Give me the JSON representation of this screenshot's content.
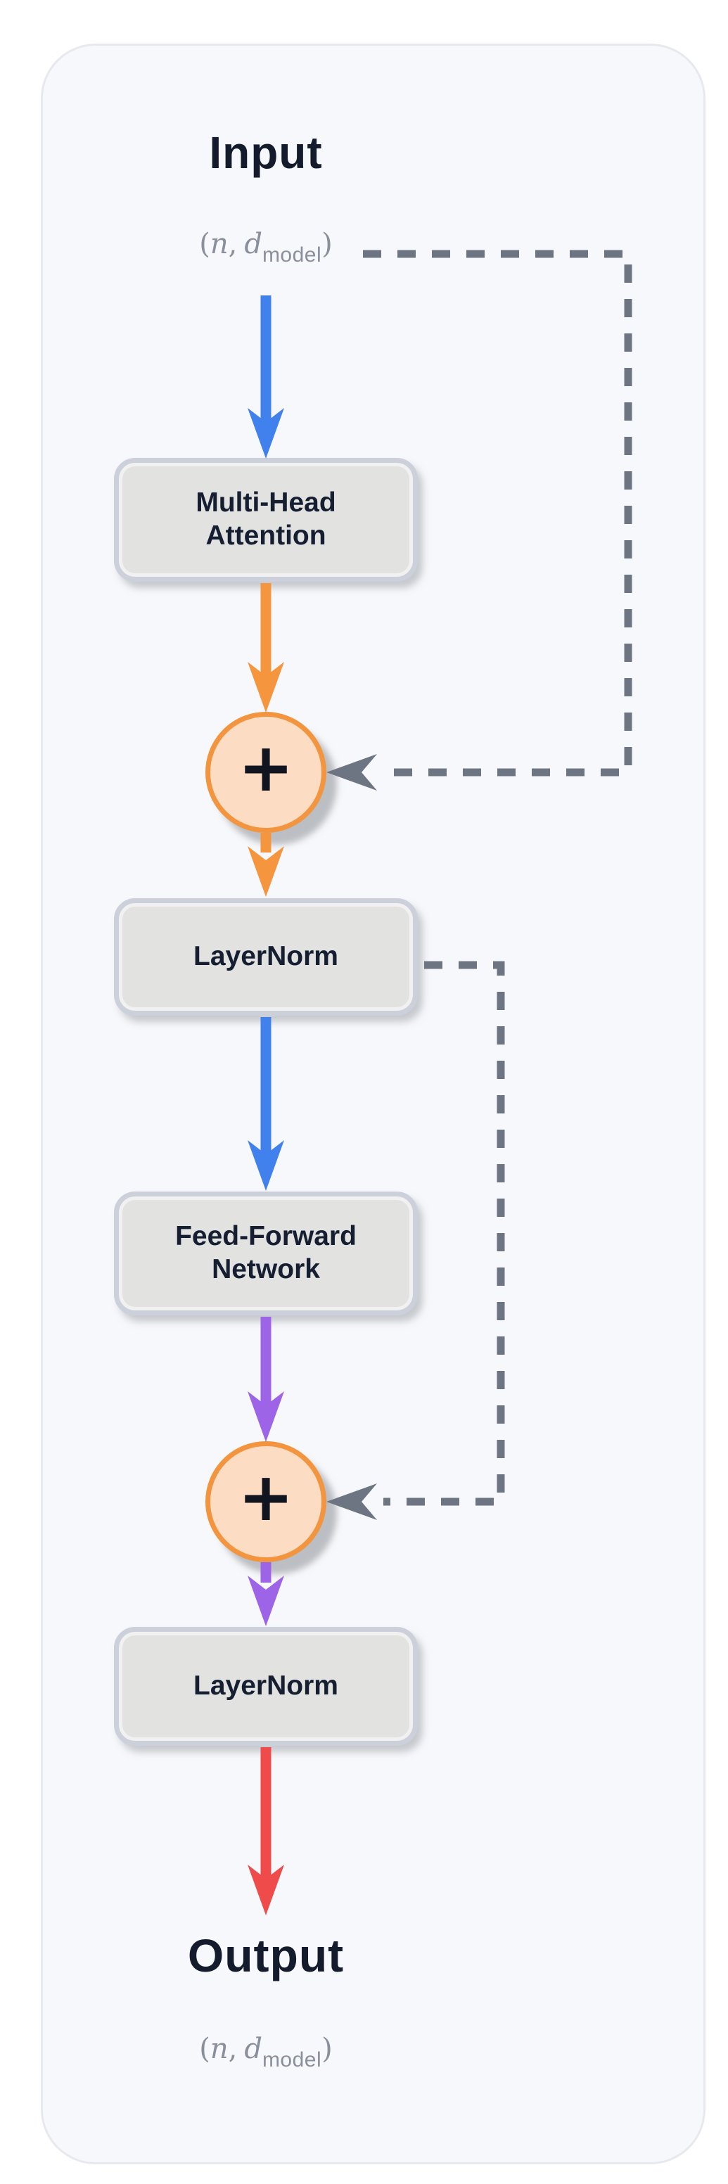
{
  "diagram": {
    "input_label": "Input",
    "output_label": "Output",
    "shape": {
      "open": "(",
      "var_n": "n",
      "comma": ",",
      "var_d": "d",
      "subscript": "model",
      "close": ")"
    },
    "nodes": [
      {
        "label": "Multi-Head Attention"
      },
      {
        "label": "LayerNorm"
      },
      {
        "label": "Feed-Forward Network"
      },
      {
        "label": "LayerNorm"
      }
    ],
    "add_symbol": "+",
    "colors": {
      "input_arrow_blue": "#4181ee",
      "attention_arrow_orange": "#f5953d",
      "ffn_arrow_purple": "#9d64e8",
      "output_arrow_red": "#f04b4b",
      "skip_connection_gray": "#6d7482",
      "node_fill": "#e2e3e1",
      "node_border": "#cbd0da",
      "add_circle_fill": "#fcdcc2",
      "add_circle_border": "#f2953e",
      "card_background": "#f7f8fb",
      "text_dark": "#141b2c",
      "text_muted": "#8a909b"
    }
  }
}
